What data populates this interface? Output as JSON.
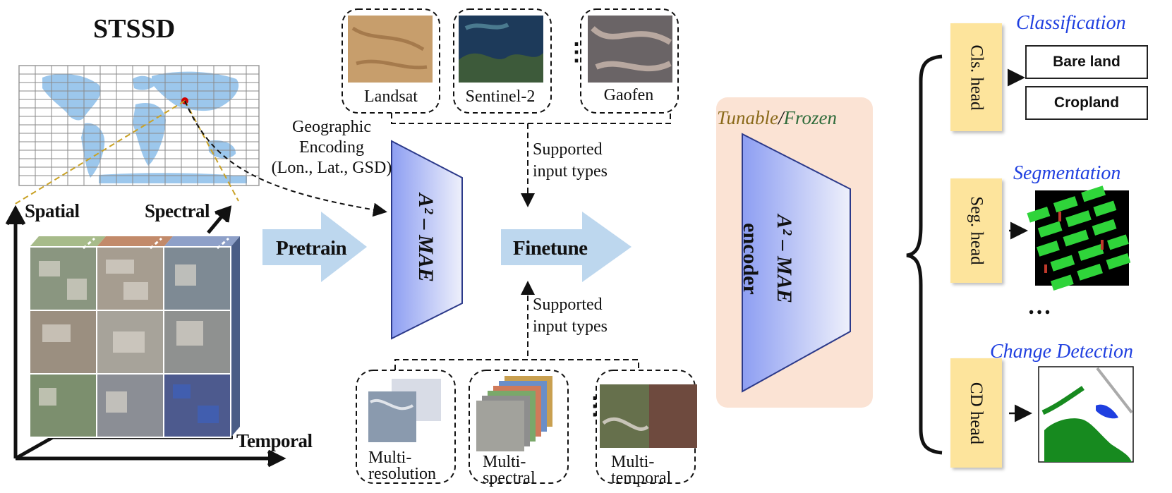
{
  "title": "STSSD",
  "axes": {
    "spatial": "Spatial",
    "spectral": "Spectral",
    "temporal": "Temporal"
  },
  "geo_encoding": {
    "line1": "Geographic",
    "line2": "Encoding",
    "line3": "(Lon., Lat., GSD)"
  },
  "pretrain_label": "Pretrain",
  "finetune_label": "Finetune",
  "mae_label": "A² – MAE",
  "sensors": {
    "landsat": "Landsat",
    "sentinel": "Sentinel-2",
    "gaofen": "Gaofen"
  },
  "supported_top": {
    "line1": "Supported",
    "line2": "input types"
  },
  "supported_bottom": {
    "line1": "Supported",
    "line2": "input types"
  },
  "input_types": {
    "resolution": {
      "line1": "Multi-",
      "line2": "resolution"
    },
    "spectral": {
      "line1": "Multi-",
      "line2": "spectral"
    },
    "temporal": {
      "line1": "Multi-",
      "line2": "temporal"
    }
  },
  "tunable_frozen": {
    "tunable": "Tunable",
    "slash": "/",
    "frozen": "Frozen"
  },
  "encoder": {
    "line1": "A² – MAE",
    "line2": "encoder"
  },
  "heads": {
    "cls": "Cls. head",
    "seg": "Seg. head",
    "cd": "CD head"
  },
  "tasks": {
    "classification": "Classification",
    "segmentation": "Segmentation",
    "change_detection": "Change Detection"
  },
  "classes": [
    "Bare land",
    "Cropland"
  ],
  "ellipsis": "…",
  "dots": "⋮",
  "colors": {
    "accent_blue": "#1f3fe0",
    "tunable": "#8a6a1a",
    "frozen": "#2e6b3a",
    "head_yellow": "#fde49c",
    "arrow_blue": "#bdd7ee",
    "panel_peach": "#fbe3d4"
  }
}
